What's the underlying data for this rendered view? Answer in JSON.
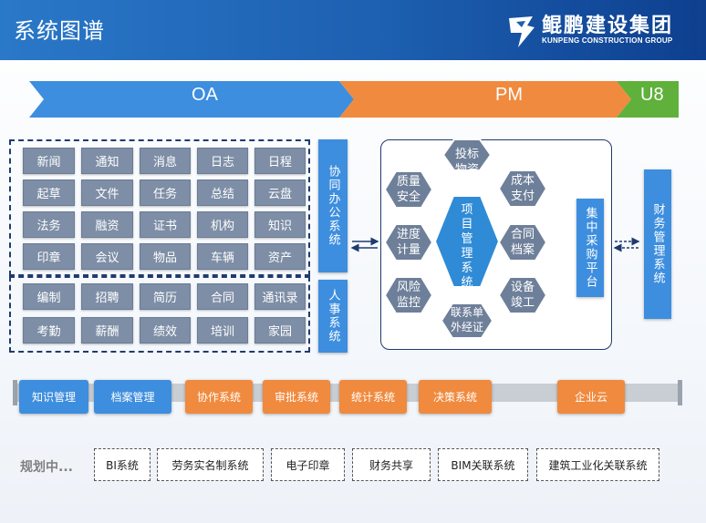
{
  "header": {
    "title": "系统图谱",
    "logo_name": "鲲鹏建设集团",
    "logo_sub": "KUNPENG CONSTRUCTION GROUP"
  },
  "arrows": {
    "oa": "OA",
    "pm": "PM",
    "u8": "U8"
  },
  "oa_collab_grid": [
    [
      "新闻",
      "通知",
      "消息",
      "日志",
      "日程"
    ],
    [
      "起草",
      "文件",
      "任务",
      "总结",
      "云盘"
    ],
    [
      "法务",
      "融资",
      "证书",
      "机构",
      "知识"
    ],
    [
      "印章",
      "会议",
      "物品",
      "车辆",
      "资产"
    ]
  ],
  "oa_hr_grid": [
    [
      "编制",
      "招聘",
      "简历",
      "合同",
      "通讯录"
    ],
    [
      "考勤",
      "薪酬",
      "绩效",
      "培训",
      "家园"
    ]
  ],
  "side_labels": {
    "collab_office": "协同办公系统",
    "hr": "人事系统",
    "central_purchase": "集中采购平台",
    "finance": "财务管理系统"
  },
  "pm_hexes": {
    "bid_materials": "投标\n物资",
    "quality_safety": "质量\n安全",
    "cost_payment": "成本\n支付",
    "project_mgmt": "项目管理系统",
    "progress_measure": "进度\n计量",
    "contract_archive": "合同\n档案",
    "risk_monitor": "风险\n监控",
    "equipment_complete": "设备\n竣工",
    "contact_cert": "联系单\n外经证"
  },
  "bottom_modules": [
    {
      "label": "知识管理",
      "color": "blue"
    },
    {
      "label": "档案管理",
      "color": "blue"
    },
    {
      "label": "协作系统",
      "color": "orange"
    },
    {
      "label": "审批系统",
      "color": "orange"
    },
    {
      "label": "统计系统",
      "color": "orange"
    },
    {
      "label": "决策系统",
      "color": "orange"
    },
    {
      "label": "企业云",
      "color": "orange"
    }
  ],
  "planning": {
    "label": "规划中...",
    "items": [
      "BI系统",
      "劳务实名制系统",
      "电子印章",
      "财务共享",
      "BIM关联系统",
      "建筑工业化关联系统"
    ]
  },
  "colors": {
    "header": "#1d5fb0",
    "oa_arrow": "#3d8ede",
    "pm_arrow": "#f08a3e",
    "u8_arrow": "#5fb13b",
    "gray_box": "#7d8ea6",
    "hex": "#6e7f99",
    "hex_center": "#2f8bd6"
  }
}
